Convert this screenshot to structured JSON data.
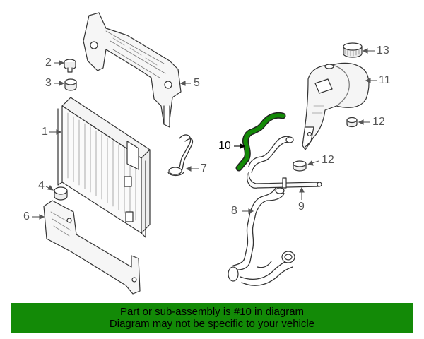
{
  "callouts": {
    "c1": "1",
    "c2": "2",
    "c3": "3",
    "c4": "4",
    "c5": "5",
    "c6": "6",
    "c7": "7",
    "c8": "8",
    "c9": "9",
    "c10": "10",
    "c11": "11",
    "c12a": "12",
    "c12b": "12",
    "c13": "13"
  },
  "highlight": {
    "part": "10",
    "color": "#138a07"
  },
  "banner": {
    "line1": "Part or sub-assembly is #10 in diagram",
    "line2": "Diagram may not be specific to your vehicle",
    "color": "#138a07"
  },
  "part_icons": [
    "radiator",
    "bolt",
    "grommet",
    "bracket",
    "mount",
    "hose",
    "reservoir",
    "cap"
  ]
}
